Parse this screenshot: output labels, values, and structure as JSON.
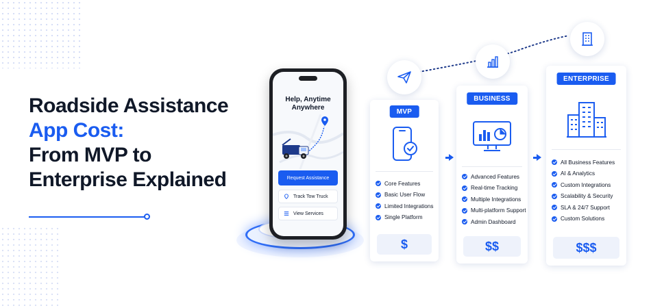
{
  "headline": {
    "line1": "Roadside Assistance",
    "line2": "App Cost:",
    "line3": "From MVP to",
    "line4": "Enterprise Explained"
  },
  "phone": {
    "title_line1": "Help, Anytime",
    "title_line2": "Anywhere",
    "request_button": "Request Assistance",
    "option1": "Track Tow Truck",
    "option2": "View Services"
  },
  "path_icons": [
    "paper-plane-icon",
    "bar-chart-icon",
    "office-building-icon"
  ],
  "tiers": [
    {
      "label": "MVP",
      "icon": "smartphone-check-icon",
      "features": [
        "Core Features",
        "Basic User Flow",
        "Limited Integrations",
        "Single Platform"
      ],
      "price": "$"
    },
    {
      "label": "BUSINESS",
      "icon": "monitor-chart-icon",
      "features": [
        "Advanced Features",
        "Real-time Tracking",
        "Multiple Integrations",
        "Multi-platform Support",
        "Admin Dashboard"
      ],
      "price": "$$"
    },
    {
      "label": "ENTERPRISE",
      "icon": "buildings-icon",
      "features": [
        "All Business Features",
        "AI & Analytics",
        "Custom Integrations",
        "Scalability & Security",
        "SLA & 24/7 Support",
        "Custom Solutions"
      ],
      "price": "$$$"
    }
  ],
  "colors": {
    "accent": "#1a5cf0",
    "text": "#101828",
    "price_bg": "#eef2fb"
  }
}
